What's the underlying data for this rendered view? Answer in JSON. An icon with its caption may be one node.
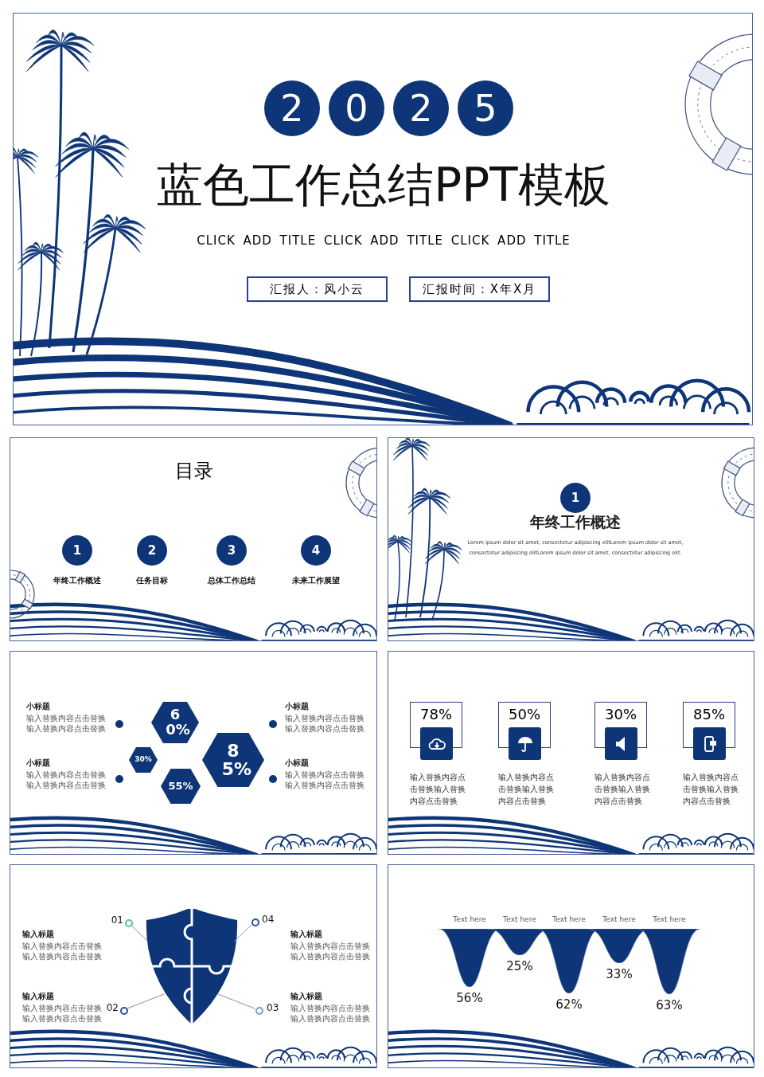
{
  "diagram": {
    "nodes": [
      {
        "text": [],
        "shape": "box"
      },
      {
        "text": [
          "2"
        ],
        "in": 0
      },
      {
        "text": [
          "0"
        ],
        "in": 0
      },
      {
        "text": [
          "2"
        ],
        "in": 0
      },
      {
        "text": [
          "5"
        ],
        "in": 0
      },
      {
        "text": [
          "汇报人：风小云"
        ],
        "in": 0
      },
      {
        "text": [
          "汇报时间：X年X月"
        ],
        "in": 0
      },
      {
        "text": [],
        "shape": "box"
      },
      {
        "text": [
          "1"
        ],
        "in": 7,
        "beside": [
          "年终工作概述"
        ]
      },
      {
        "text": [
          "2"
        ],
        "in": 7,
        "beside": [
          "任务目标"
        ]
      },
      {
        "text": [
          "3"
        ],
        "in": 7,
        "beside": [
          "总体工作总结"
        ]
      },
      {
        "text": [
          "4"
        ],
        "in": 7,
        "beside": [
          "未来工作展望"
        ]
      },
      {
        "text": [],
        "shape": "box"
      },
      {
        "text": [
          "1"
        ],
        "in": 12
      },
      {
        "text": [],
        "shape": "box"
      },
      {
        "text": [
          "60%"
        ],
        "in": 14
      },
      {
        "text": [
          "30%"
        ],
        "in": 14
      },
      {
        "text": [
          "55%"
        ],
        "in": 14
      },
      {
        "text": [
          "85%"
        ],
        "in": 14
      },
      {
        "text": [],
        "shape": "circle",
        "in": 14
      },
      {
        "text": [],
        "shape": "circle",
        "in": 14
      },
      {
        "text": [],
        "shape": "circle",
        "in": 14
      },
      {
        "text": [],
        "shape": "circle",
        "in": 14
      },
      {
        "text": [],
        "shape": "box"
      },
      {
        "text": [
          "78%"
        ],
        "in": 23
      },
      {
        "text": [],
        "shape": "box",
        "in": 23
      },
      {
        "text": [
          "50%"
        ],
        "in": 23
      },
      {
        "text": [],
        "shape": "box",
        "in": 23
      },
      {
        "text": [
          "30%"
        ],
        "in": 23
      },
      {
        "text": [],
        "shape": "box",
        "in": 23
      },
      {
        "text": [
          "85%"
        ],
        "in": 23
      },
      {
        "text": [],
        "shape": "box",
        "in": 23
      },
      {
        "text": [],
        "shape": "box"
      },
      {
        "text": [],
        "shape": "picture",
        "in": 32
      },
      {
        "text": [],
        "shape": "circle",
        "in": 32,
        "beside": [
          "01"
        ]
      },
      {
        "text": [],
        "shape": "circle",
        "in": 32,
        "beside": [
          "04"
        ]
      },
      {
        "text": [],
        "shape": "circle",
        "in": 32,
        "beside": [
          "02"
        ]
      },
      {
        "text": [],
        "shape": "circle",
        "in": 32,
        "beside": [
          "03"
        ]
      },
      {
        "text": [],
        "shape": "box"
      },
      {
        "text": [],
        "shape": "drop",
        "in": 38,
        "beside": [
          "Text here",
          "56%"
        ]
      },
      {
        "text": [],
        "shape": "drop",
        "in": 38,
        "beside": [
          "Text here",
          "25%"
        ]
      },
      {
        "text": [],
        "shape": "drop",
        "in": 38,
        "beside": [
          "Text here",
          "62%"
        ]
      },
      {
        "text": [],
        "shape": "drop",
        "in": 38,
        "beside": [
          "Text here",
          "33%"
        ]
      },
      {
        "text": [],
        "shape": "drop",
        "in": 38,
        "beside": [
          "Text here",
          "63%"
        ]
      }
    ],
    "edges": [
      {
        "from": 34,
        "to": 33,
        "arrow": "none"
      },
      {
        "from": 35,
        "to": 33,
        "arrow": "none"
      },
      {
        "from": 36,
        "to": 33,
        "arrow": "none"
      },
      {
        "from": 37,
        "to": 33,
        "arrow": "none"
      }
    ],
    "labels": [
      "蓝色工作总结PPT模板",
      "CLICK ADD TITLE CLICK ADD TITLE CLICK ADD TITLE",
      "目录",
      "年终工作概述",
      "Lorem ipsum dolor sit amet, consectetur adipiscing elitLorem ipsum dolor sit amet, consectetur adipiscing elitLorem ipsum dolor sit amet, consectetur adipiscing elit.",
      "小标题",
      "输入替换内容点击替换输入替换内容点击替换",
      "小标题",
      "输入替换内容点击替换输入替换内容点击替换",
      "小标题",
      "输入替换内容点击替换输入替换内容点击替换",
      "小标题",
      "输入替换内容点击替换输入替换内容点击替换",
      "输入替换内容点击替换输入替换内容点击替换",
      "输入替换内容点击替换输入替换内容点击替换",
      "输入替换内容点击替换输入替换内容点击替换",
      "输入替换内容点击替换输入替换内容点击替换",
      "输入标题",
      "输入替换内容点击替换输入替换内容点击替换",
      "输入标题",
      "输入替换内容点击替换输入替换内容点击替换",
      "输入标题",
      "输入替换内容点击替换输入替换内容点击替换",
      "输入标题",
      "输入替换内容点击替换输入替换内容点击替换"
    ]
  }
}
